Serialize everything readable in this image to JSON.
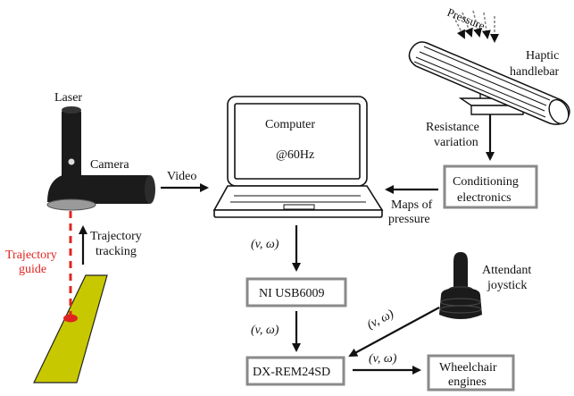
{
  "labels": {
    "laser": "Laser",
    "camera": "Camera",
    "video": "Video",
    "computer": "Computer",
    "rate": "@60Hz",
    "pressure": "Pressure",
    "haptic_line1": "Haptic",
    "haptic_line2": "handlebar",
    "resistance_line1": "Resistance",
    "resistance_line2": "variation",
    "conditioning_line1": "Conditioning",
    "conditioning_line2": "electronics",
    "maps_line1": "Maps of",
    "maps_line2": "pressure",
    "trajectory_tracking_line1": "Trajectory",
    "trajectory_tracking_line2": "tracking",
    "trajectory_guide_line1": "Trajectory",
    "trajectory_guide_line2": "guide",
    "v_omega": "(v, ω)",
    "ni_usb": "NI USB6009",
    "attendant_line1": "Attendant",
    "attendant_line2": "joystick",
    "dx_rem": "DX-REM24SD",
    "wheelchair_line1": "Wheelchair",
    "wheelchair_line2": "engines"
  },
  "colors": {
    "trajectory_guide": "#e0241f",
    "floor": "#c8c800",
    "box_border": "#8a8a8a"
  }
}
